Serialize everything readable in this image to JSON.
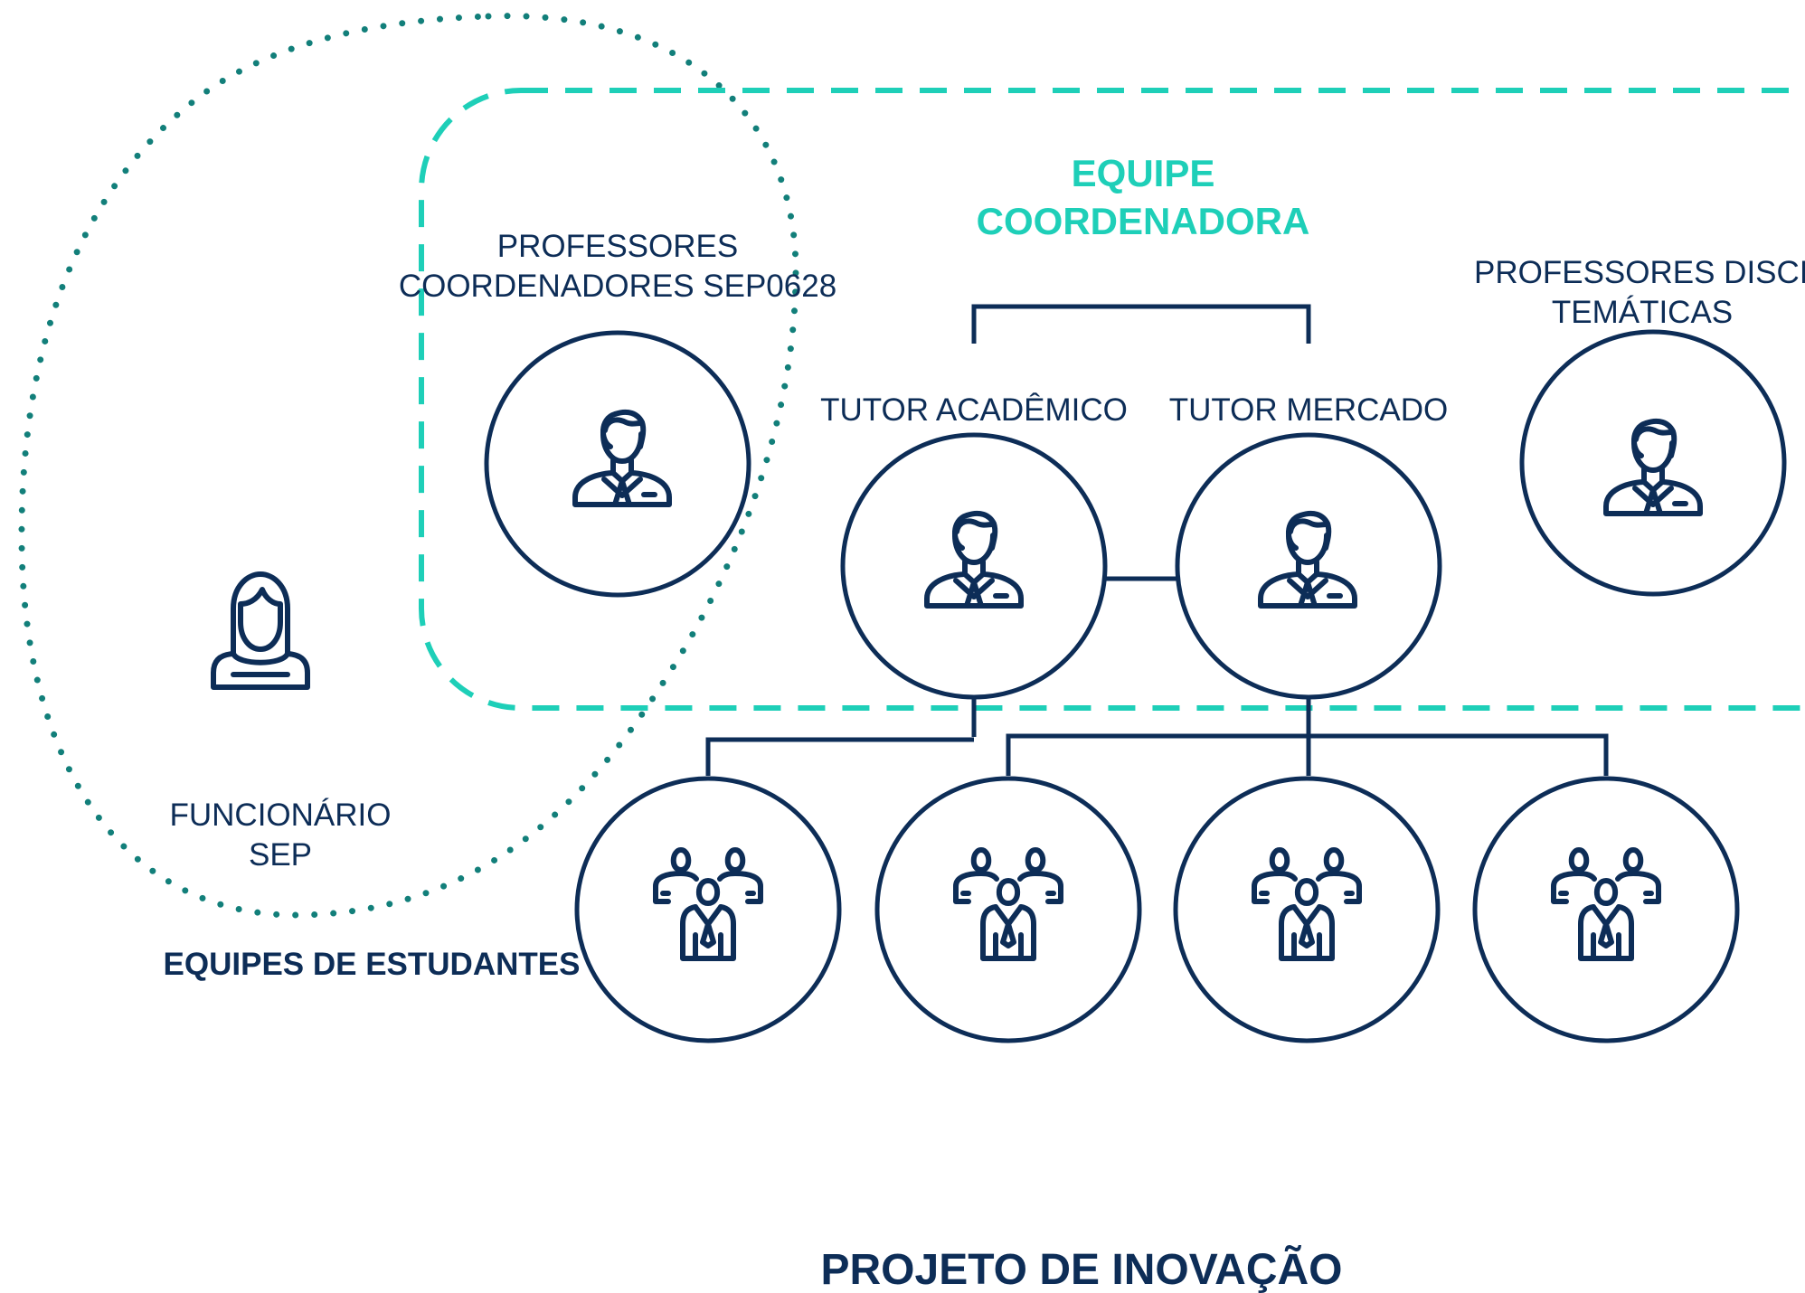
{
  "diagram": {
    "group_title_line1": "EQUIPE",
    "group_title_line2": "COORDENADORA",
    "professores_coord_line1": "PROFESSORES",
    "professores_coord_line2": "COORDENADORES SEP0628",
    "professores_disc_line1": "PROFESSORES DISCIPLINAS",
    "professores_disc_line2": "TEMÁTICAS",
    "tutor_academico": "TUTOR ACADÊMICO",
    "tutor_mercado": "TUTOR MERCADO",
    "funcionario_line1": "FUNCIONÁRIO",
    "funcionario_line2": "SEP",
    "equipes_estudantes": "EQUIPES DE ESTUDANTES",
    "footer_title": "PROJETO DE INOVAÇÃO"
  },
  "colors": {
    "navy": "#0d2d57",
    "teal_dashed": "#1ecfb8",
    "teal_dotted": "#127f7a"
  },
  "icons": {
    "professor": "man-in-suit-icon",
    "funcionario": "woman-icon",
    "student_team": "group-of-people-icon"
  }
}
